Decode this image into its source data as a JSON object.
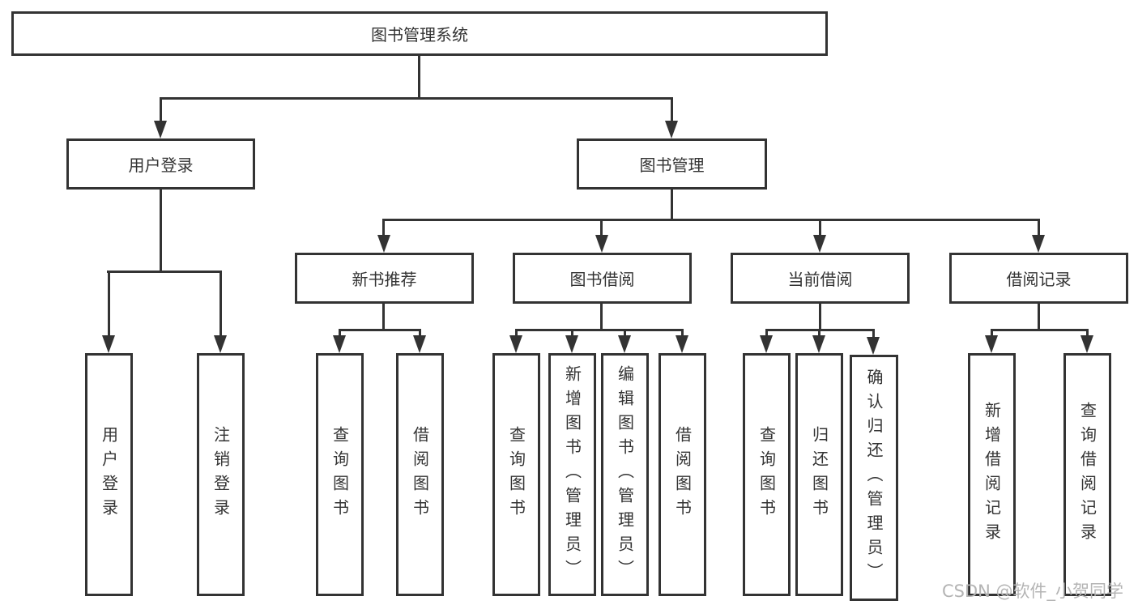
{
  "nodes": {
    "root": "图书管理系统",
    "user_login": "用户登录",
    "book_mgmt": "图书管理",
    "new_book_rec": "新书推荐",
    "book_borrow": "图书借阅",
    "current_borrow": "当前借阅",
    "borrow_record": "借阅记录",
    "leaves": {
      "user_login": [
        "用户登录",
        "注销登录"
      ],
      "new_book_rec": [
        "查询图书",
        "借阅图书"
      ],
      "book_borrow": [
        "查询图书",
        "新增图书（管理员）",
        "编辑图书（管理员）",
        "借阅图书"
      ],
      "current_borrow": [
        "查询图书",
        "归还图书",
        "确认归还（管理员）"
      ],
      "borrow_record": [
        "新增借阅记录",
        "查询借阅记录"
      ]
    }
  },
  "watermark": "CSDN @软件_小贺同学",
  "colors": {
    "line": "#333333",
    "text": "#333333",
    "watermark": "#b4b4b4",
    "background": "#ffffff"
  }
}
